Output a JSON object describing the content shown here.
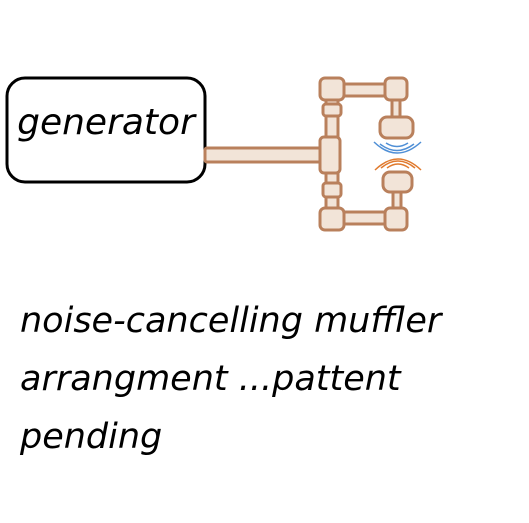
{
  "generator": {
    "label": "generator"
  },
  "caption": {
    "lines": [
      "noise-cancelling muffler",
      "arrangment ...pattent",
      "pending"
    ]
  },
  "colors": {
    "pipe": "#b9805c",
    "pipe_fill": "#f2e4d8",
    "wave_blue": "#4f8fd6",
    "wave_orange": "#e07a2e",
    "outline": "#000000"
  }
}
